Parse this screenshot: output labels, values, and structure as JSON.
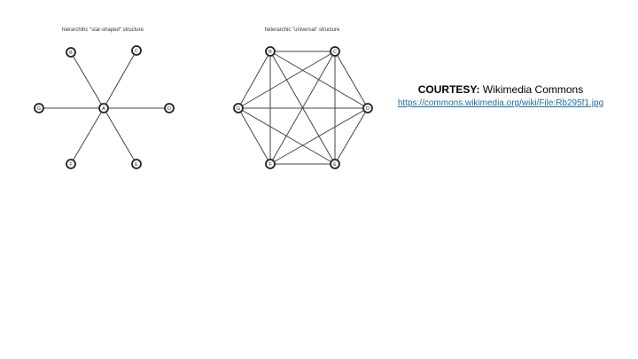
{
  "diagrams": [
    {
      "id": "star",
      "title": "hierarchihc \"star-shaped\" structure",
      "nodes": [
        "A",
        "B",
        "C",
        "D",
        "E",
        "F",
        "G"
      ],
      "edges": [
        [
          "A",
          "B"
        ],
        [
          "A",
          "C"
        ],
        [
          "A",
          "D"
        ],
        [
          "A",
          "E"
        ],
        [
          "A",
          "F"
        ],
        [
          "A",
          "G"
        ]
      ]
    },
    {
      "id": "universal",
      "title": "heterarchic \"universal\" structure",
      "nodes": [
        "B",
        "C",
        "D",
        "E",
        "F",
        "G"
      ],
      "edges": [
        [
          "B",
          "C"
        ],
        [
          "B",
          "D"
        ],
        [
          "B",
          "E"
        ],
        [
          "B",
          "F"
        ],
        [
          "B",
          "G"
        ],
        [
          "C",
          "D"
        ],
        [
          "C",
          "E"
        ],
        [
          "C",
          "F"
        ],
        [
          "C",
          "G"
        ],
        [
          "D",
          "E"
        ],
        [
          "D",
          "F"
        ],
        [
          "D",
          "G"
        ],
        [
          "E",
          "F"
        ],
        [
          "E",
          "G"
        ],
        [
          "F",
          "G"
        ]
      ]
    }
  ],
  "courtesy": {
    "label": "COURTESY:",
    "source": " Wikimedia Commons",
    "link": "https://commons.wikimedia.org/wiki/File:Rb295f1.jpg"
  },
  "colors": {
    "link": "#1a6fa0",
    "node_stroke": "#222222",
    "edge": "#444444"
  }
}
